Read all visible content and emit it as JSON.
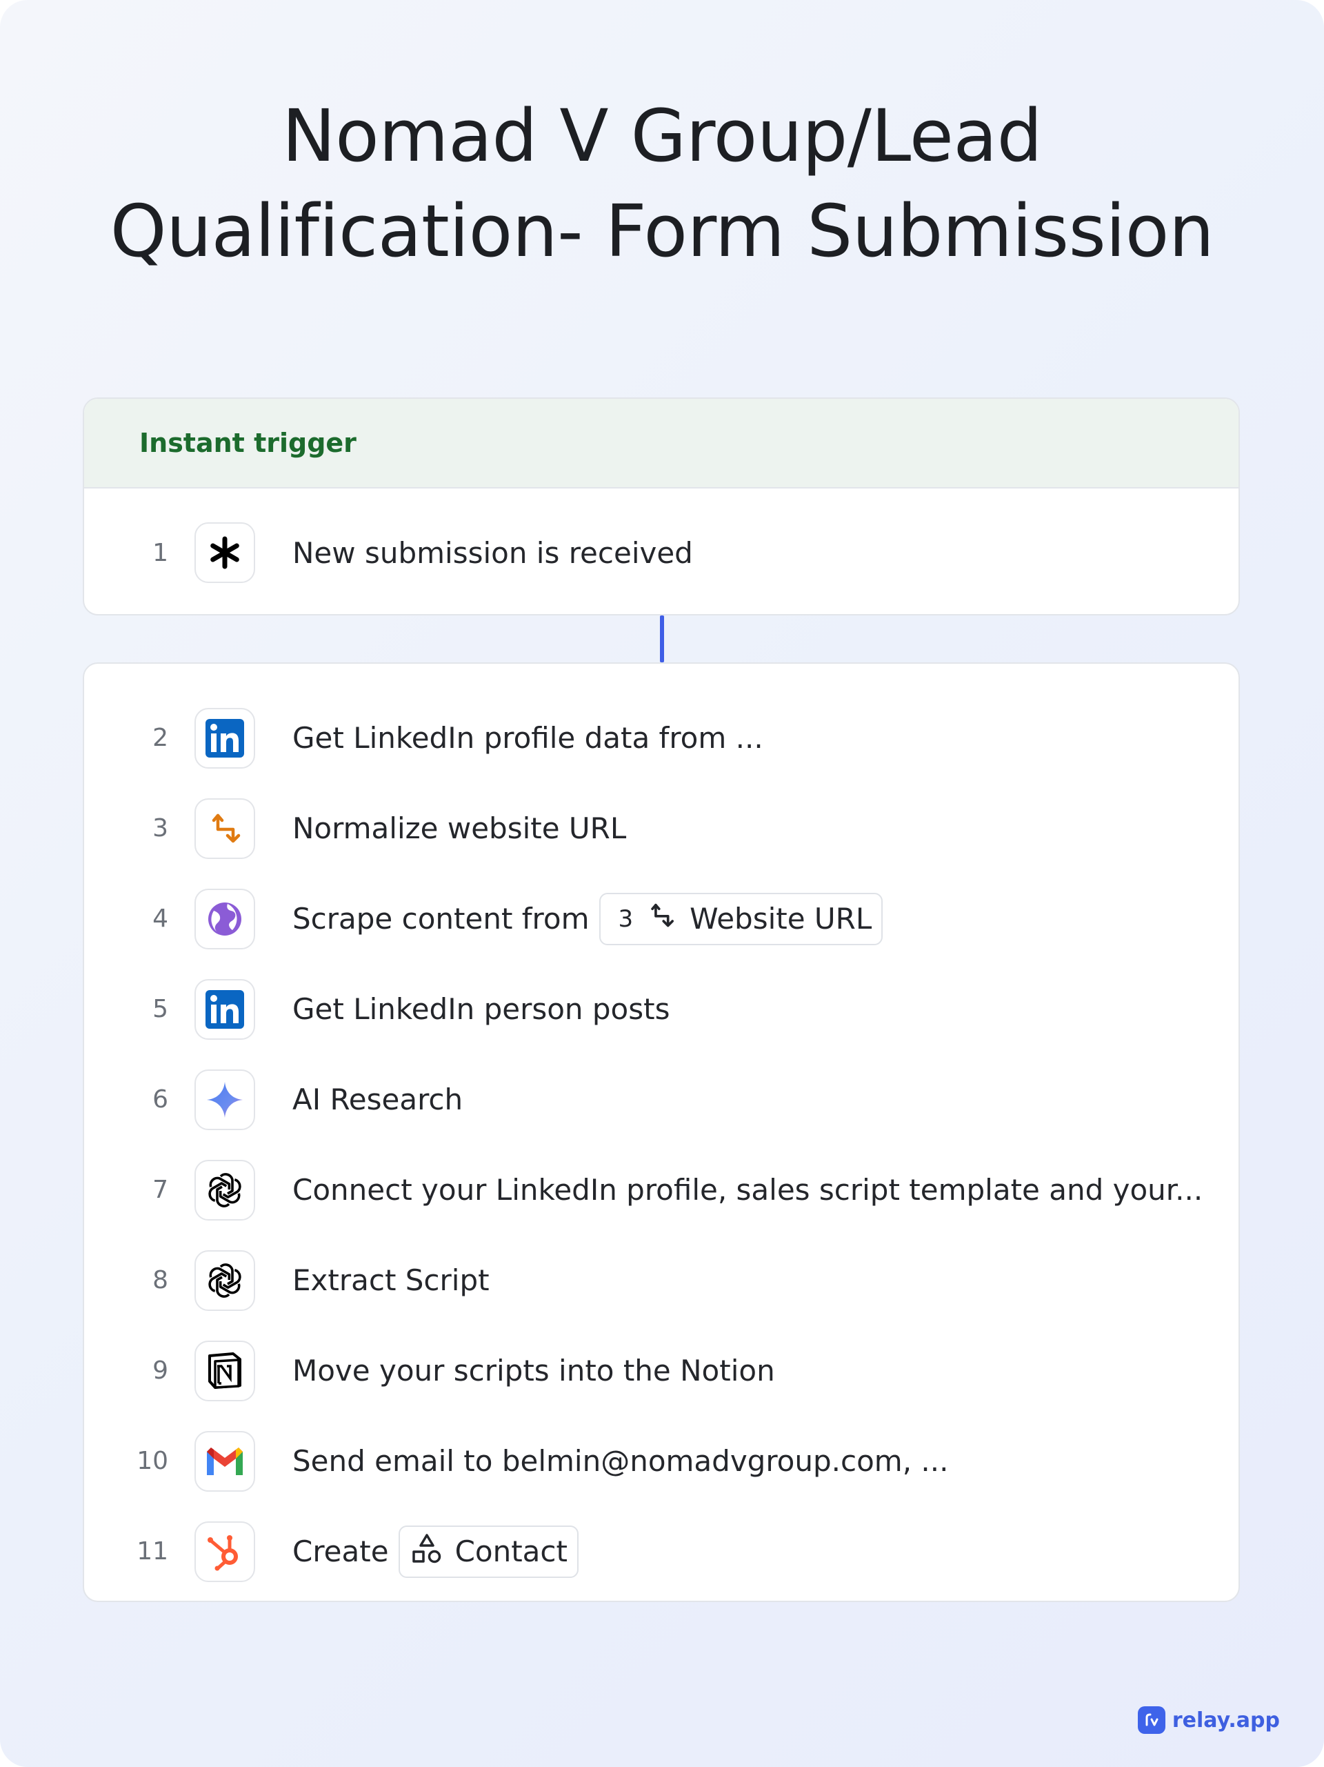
{
  "title": {
    "line1": "Nomad V Group/Lead",
    "line2": "Qualification- Form Submission"
  },
  "trigger": {
    "header": "Instant trigger",
    "step": {
      "number": "1",
      "icon": "asterisk-icon",
      "text": "New  submission is received"
    }
  },
  "steps": [
    {
      "number": "2",
      "icon": "linkedin-icon",
      "text": "Get LinkedIn profile data from ..."
    },
    {
      "number": "3",
      "icon": "transform-arrows-icon",
      "text": "Normalize website URL"
    },
    {
      "number": "4",
      "icon": "globe-icon",
      "text": "Scrape content from",
      "chip": {
        "number": "3",
        "icon": "transform-arrows-icon",
        "text": "Website URL"
      }
    },
    {
      "number": "5",
      "icon": "linkedin-icon",
      "text": "Get LinkedIn person posts"
    },
    {
      "number": "6",
      "icon": "ai-sparkle-icon",
      "text": "AI Research"
    },
    {
      "number": "7",
      "icon": "openai-icon",
      "text": "Connect your LinkedIn profile, sales script template and your..."
    },
    {
      "number": "8",
      "icon": "openai-icon",
      "text": "Extract Script"
    },
    {
      "number": "9",
      "icon": "notion-icon",
      "text": "Move your scripts into the Notion"
    },
    {
      "number": "10",
      "icon": "gmail-icon",
      "text": "Send email to belmin@nomadvgroup.com, ..."
    },
    {
      "number": "11",
      "icon": "hubspot-icon",
      "text": "Create",
      "chip": {
        "icon": "shapes-icon",
        "text": "Contact"
      }
    }
  ],
  "brand": {
    "text": "relay.app",
    "icon": "relay-logo-icon"
  },
  "colors": {
    "trigger_header_bg": "#edf3ef",
    "trigger_header_text": "#1c6b2d",
    "connector": "#3f5ee6",
    "brand": "#3e63ea"
  }
}
